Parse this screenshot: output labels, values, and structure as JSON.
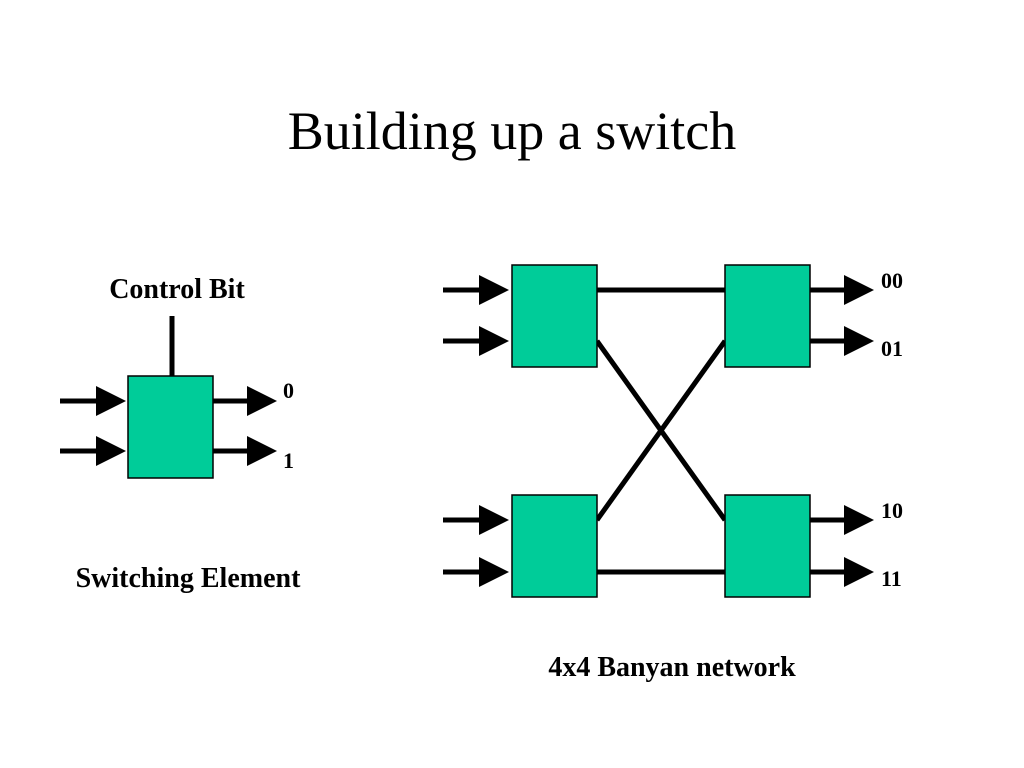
{
  "slide": {
    "title": "Building up a switch"
  },
  "switching_element": {
    "control_label": "Control Bit",
    "outputs": [
      "0",
      "1"
    ],
    "caption": "Switching Element"
  },
  "banyan": {
    "outputs": [
      "00",
      "01",
      "10",
      "11"
    ],
    "caption": "4x4 Banyan network"
  },
  "colors": {
    "box_fill": "#00CC99",
    "stroke": "#000000"
  }
}
